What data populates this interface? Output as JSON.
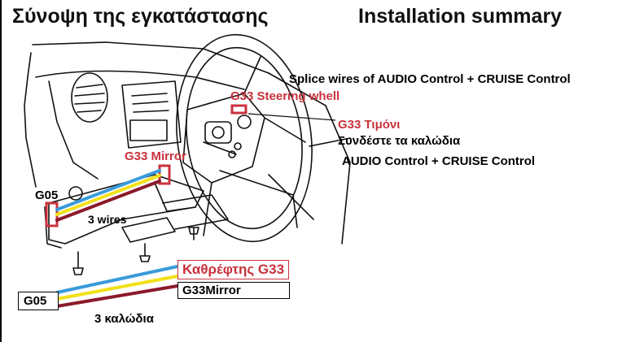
{
  "titles": {
    "greek": "Σύνοψη της εγκατάστασης",
    "english": "Installation summary"
  },
  "labels": {
    "splice_en": "Splice wires of AUDIO Control + CRUISE Control",
    "g33_steering_wheel": "G33 Steering whell",
    "g33_timoni": "G33 Τιμόνι",
    "splice_gr_line1": "Συνδέστε τα καλώδια",
    "splice_gr_line2": "AUDIO Control + CRUISE Control",
    "g33_mirror": "G33 Mirror",
    "g05_top": "G05",
    "three_wires": "3 wires",
    "kathreftis_g33": "Καθρέφτης G33",
    "g33mirror_box": "G33Mirror",
    "g05_bottom": "G05",
    "three_kalodia": "3 καλώδια"
  },
  "colors": {
    "label_red": "#c8323c",
    "wire_blue": "#3a9bd9",
    "wire_yellow": "#f2e01a",
    "wire_maroon": "#8b1a2a"
  }
}
